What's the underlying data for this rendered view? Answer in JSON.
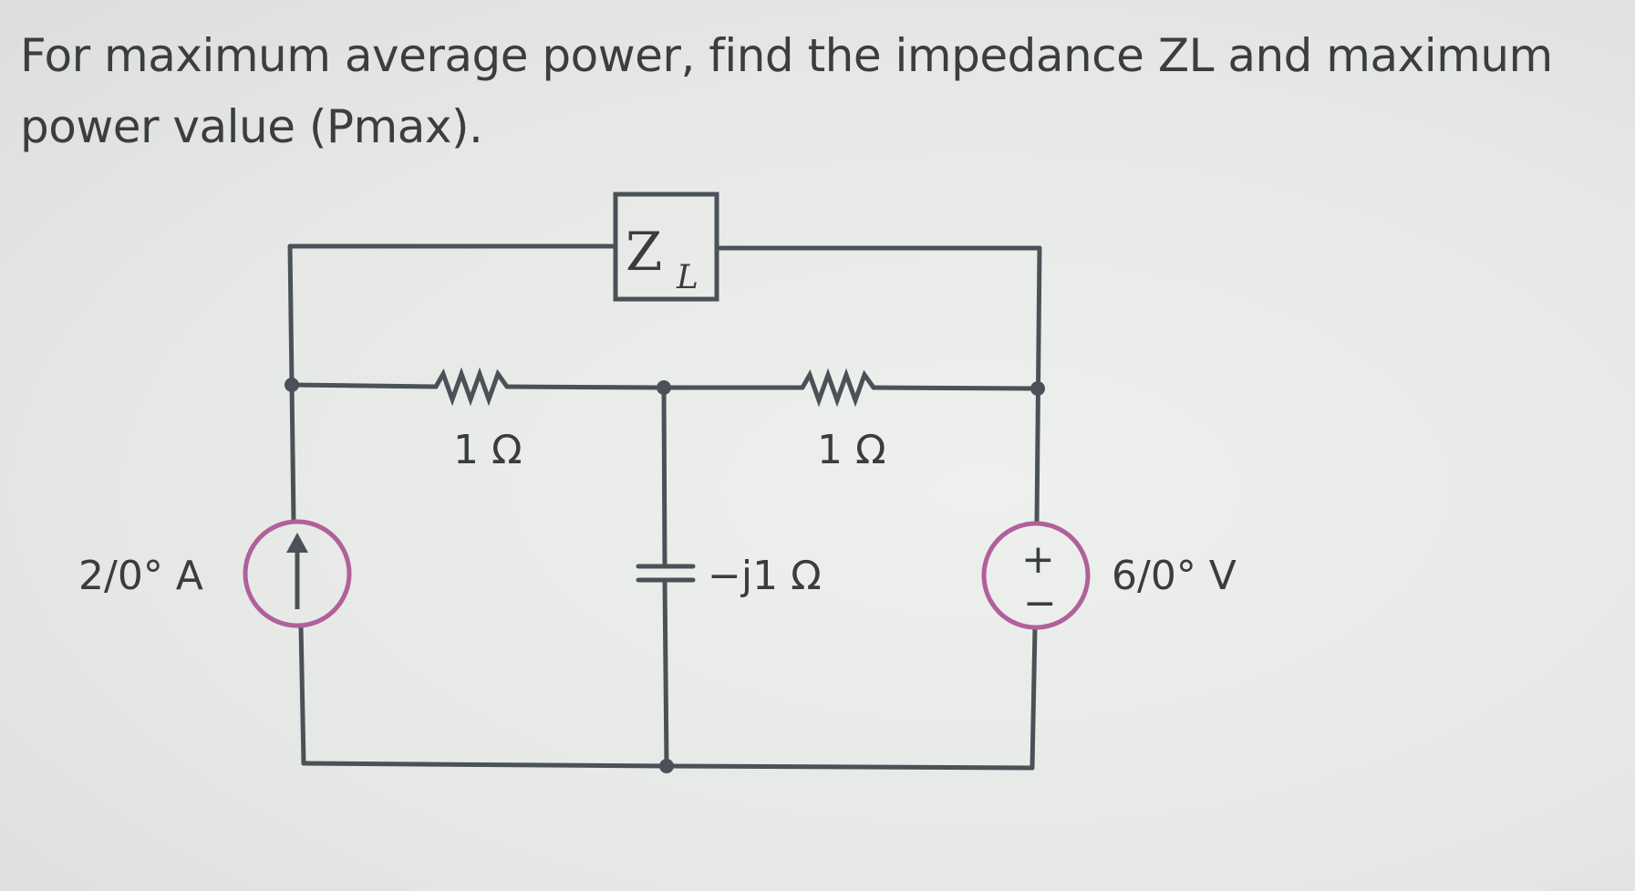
{
  "question": {
    "text": "For maximum average power, find the impedance ZL and maximum power value (Pmax)."
  },
  "circuit": {
    "load": {
      "symbol": "Z",
      "subscript": "L"
    },
    "resistor_left": {
      "label": "1 Ω"
    },
    "resistor_right": {
      "label": "1 Ω"
    },
    "capacitor": {
      "label": "−j1 Ω"
    },
    "current_source": {
      "label": "2/0° A"
    },
    "voltage_source": {
      "label": "6/0° V",
      "plus": "+",
      "minus": "−"
    }
  },
  "colors": {
    "wire": "#4a5258",
    "source_outline": "#b0609a",
    "text": "#3a3c40"
  }
}
